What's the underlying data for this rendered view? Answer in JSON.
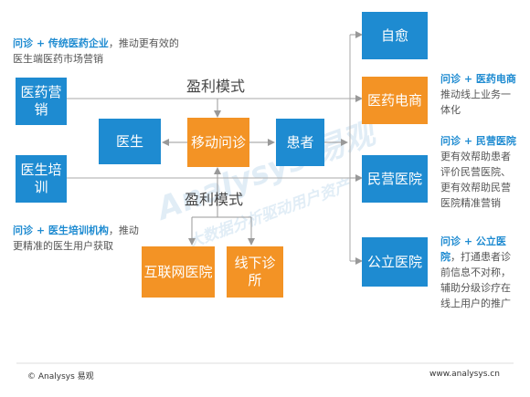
{
  "notes": {
    "top_left": {
      "highlight": "问诊 + 传统医药企业",
      "rest": "，推动更有效的医生端医药市场营销"
    },
    "mid_left": {
      "highlight": "问诊 + 医生培训机构",
      "rest": "，推动更精准的医生用户获取"
    },
    "right_1": {
      "highlight": "问诊 + 医药电商",
      "rest": "推动线上业务一体化"
    },
    "right_2": {
      "highlight": "问诊 + 民营医院",
      "rest": "更有效帮助患者评价民营医院、更有效帮助民营医院精准营销"
    },
    "right_3": {
      "highlight": "问诊 + 公立医院",
      "rest": "，打通患者诊前信息不对称，辅助分级诊疗在线上用户的推广"
    }
  },
  "boxes": {
    "pharma_marketing": "医药营销",
    "doctor_training": "医生培训",
    "doctor": "医生",
    "mobile_consult": "移动问诊",
    "patient": "患者",
    "self_heal": "自愈",
    "pharma_ecommerce": "医药电商",
    "private_hospital": "民营医院",
    "public_hospital": "公立医院",
    "internet_hospital": "互联网医院",
    "offline_clinic": "线下诊所"
  },
  "labels": {
    "profit_model_top": "盈利模式",
    "profit_model_bottom": "盈利模式"
  },
  "watermark": {
    "logo": "Analysys 易观",
    "slogan": "大数据分析驱动用户资产"
  },
  "footer": {
    "left": "© Analysys 易观",
    "right": "www.analysys.cn"
  },
  "colors": {
    "blue": "#1e8bd1",
    "orange": "#f39325",
    "highlight": "#1e8bd1"
  }
}
